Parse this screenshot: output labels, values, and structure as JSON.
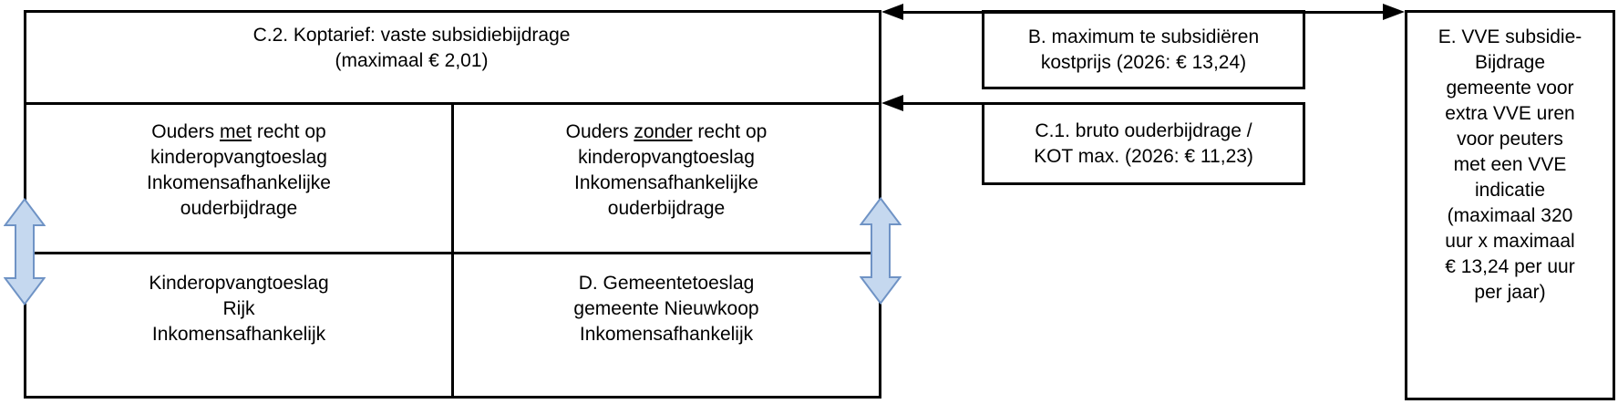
{
  "colors": {
    "line_color": "#000000",
    "page_bg": "#ffffff",
    "arrow_fill": "#c5d8ef",
    "arrow_stroke": "#6f93c5"
  },
  "main_box": {
    "header_line1": "C.2. Koptarief: vaste subsidiebijdrage",
    "header_line2": "(maximaal € 2,01)",
    "top_left": {
      "l1_pre": "Ouders ",
      "l1_u": "met",
      "l1_post": " recht op",
      "l2": "kinderopvangtoeslag",
      "l3": "Inkomensafhankelijke",
      "l4": "ouderbijdrage"
    },
    "top_right": {
      "l1_pre": "Ouders ",
      "l1_u": "zonder",
      "l1_post": " recht op",
      "l2": "kinderopvangtoeslag",
      "l3": "Inkomensafhankelijke",
      "l4": "ouderbijdrage"
    },
    "bottom_left": {
      "l1": "Kinderopvangtoeslag",
      "l2": "Rijk",
      "l3": "Inkomensafhankelijk"
    },
    "bottom_right": {
      "l1": "D. Gemeentetoeslag",
      "l2": "gemeente Nieuwkoop",
      "l3": "Inkomensafhankelijk"
    }
  },
  "box_b": {
    "line1": "B. maximum te subsidiëren",
    "line2": "kostprijs (2026: € 13,24)"
  },
  "box_c1": {
    "line1": "C.1. bruto ouderbijdrage /",
    "line2": "KOT max. (2026: € 11,23)"
  },
  "box_e": {
    "lines": [
      "E. VVE subsidie-",
      "Bijdrage",
      "gemeente voor",
      "extra VVE uren",
      "voor peuters",
      "met een VVE",
      "indicatie",
      "(maximaal 320",
      "uur x maximaal",
      "€ 13,24 per uur",
      "per jaar)"
    ]
  }
}
